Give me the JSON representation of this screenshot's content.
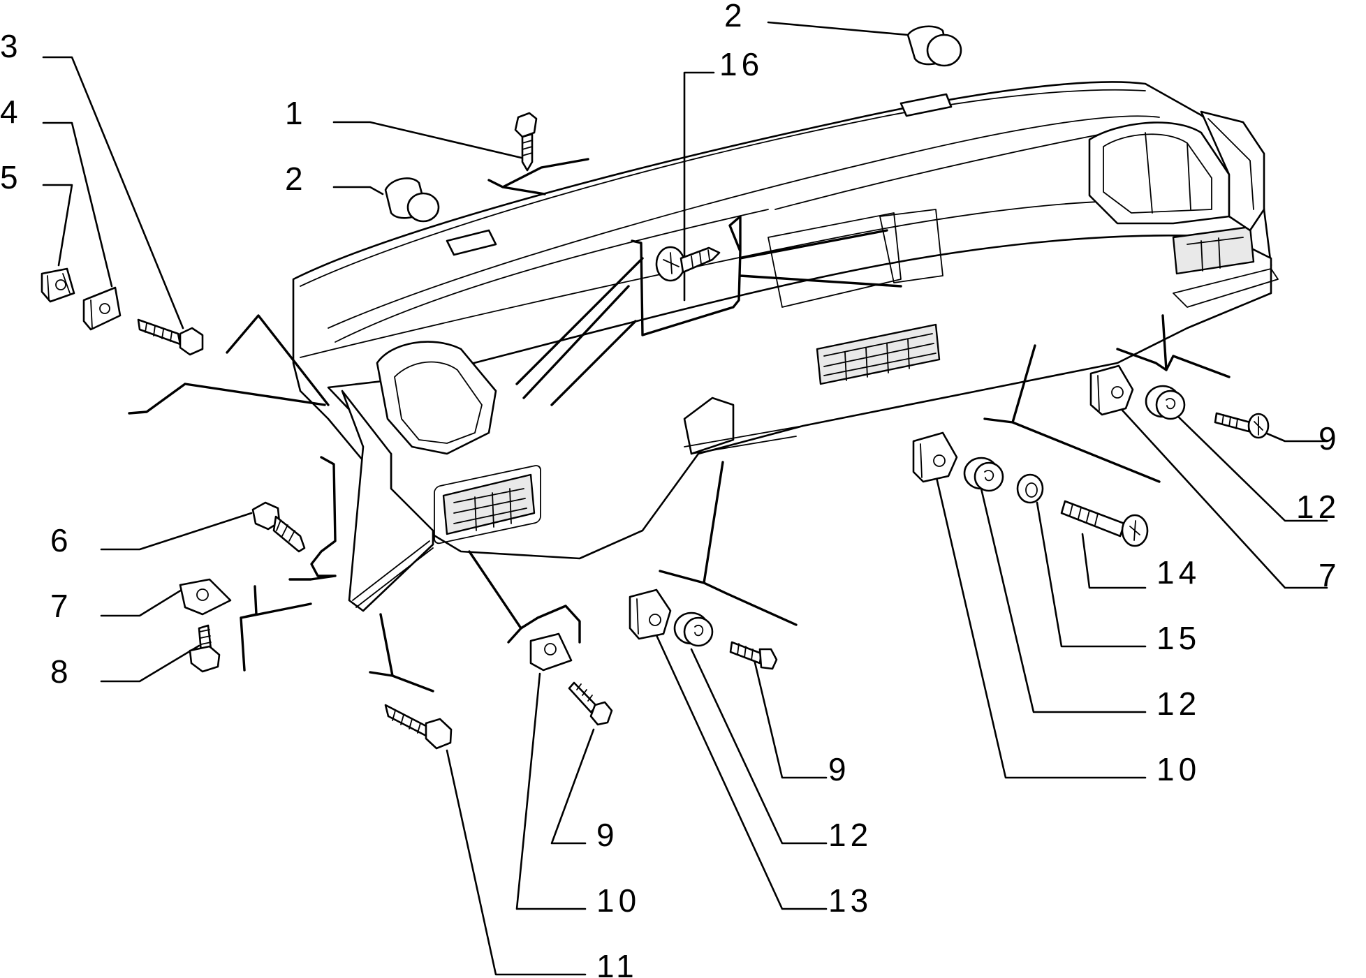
{
  "diagram": {
    "labels": [
      {
        "id": "1",
        "text": "1"
      },
      {
        "id": "2a",
        "text": "2"
      },
      {
        "id": "2b",
        "text": "2"
      },
      {
        "id": "3",
        "text": "3"
      },
      {
        "id": "4",
        "text": "4"
      },
      {
        "id": "5",
        "text": "5"
      },
      {
        "id": "6",
        "text": "6"
      },
      {
        "id": "7a",
        "text": "7"
      },
      {
        "id": "7b",
        "text": "7"
      },
      {
        "id": "8",
        "text": "8"
      },
      {
        "id": "9a",
        "text": "9"
      },
      {
        "id": "9b",
        "text": "9"
      },
      {
        "id": "9c",
        "text": "9"
      },
      {
        "id": "10a",
        "text": "10"
      },
      {
        "id": "10b",
        "text": "10"
      },
      {
        "id": "11",
        "text": "11"
      },
      {
        "id": "12a",
        "text": "12"
      },
      {
        "id": "12b",
        "text": "12"
      },
      {
        "id": "12c",
        "text": "12"
      },
      {
        "id": "13",
        "text": "13"
      },
      {
        "id": "14",
        "text": "14"
      },
      {
        "id": "15",
        "text": "15"
      },
      {
        "id": "16",
        "text": "16"
      }
    ],
    "icons": {
      "dashboard": "dashboard-panel-icon",
      "screw": "screw-icon",
      "bolt": "bolt-icon",
      "plug": "plug-icon",
      "clip_nut": "clip-nut-icon",
      "washer": "washer-icon",
      "spacer": "spacer-icon"
    }
  }
}
